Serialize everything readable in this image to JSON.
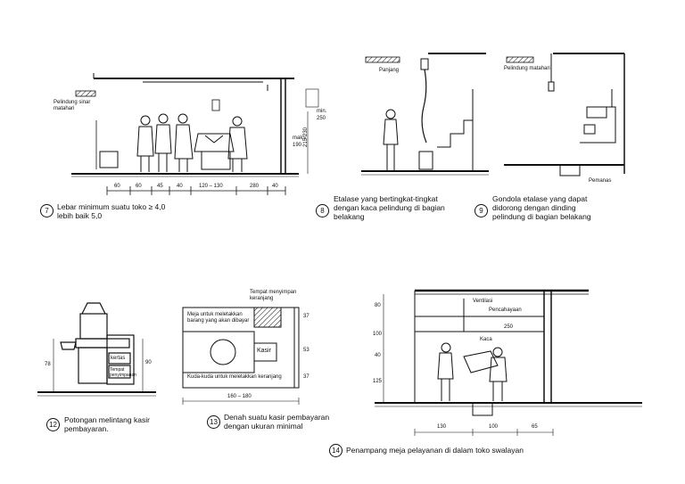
{
  "fig7": {
    "number": "7",
    "caption_line1": "Lebar minimum suatu toko ≥ 4,0",
    "caption_line2": "lebih baik 5,0",
    "label_sun": "Pelindung sinar matahari",
    "label_min": "min.",
    "label_250": "250",
    "label_maks": "maks",
    "label_190": "190",
    "label_215": "215-230",
    "dims": [
      "60",
      "60",
      "45",
      "40",
      "120 – 130",
      "280",
      "40"
    ]
  },
  "fig8": {
    "number": "8",
    "caption_line1": "Etalase yang bertingkat-tingkat",
    "caption_line2": "dengan kaca pelindung di bagian",
    "caption_line3": "belakang",
    "label_panjang": "Panjang"
  },
  "fig9": {
    "number": "9",
    "caption_line1": "Gondola etalase yang dapat",
    "caption_line2": "didorong dengan dinding",
    "caption_line3": "pelindung di bagian belakang",
    "label_sun": "Pelindung matahari",
    "label_heater": "Pemanas"
  },
  "fig12": {
    "number": "12",
    "caption_line1": "Potongan melintang kasir",
    "caption_line2": "pembayaran.",
    "label_kertas": "kertas",
    "label_tempat": "Tempat penyimpanan",
    "dim_78": "78",
    "dim_90": "90"
  },
  "fig13": {
    "number": "13",
    "caption_line1": "Denah suatu kasir pembayaran",
    "caption_line2": "dengan ukuran minimal",
    "label_tempat": "Tempat menyimpan keranjang",
    "label_meja": "Meja untuk meletakkan barang yang akan dibayar",
    "label_kasir": "Kasir",
    "label_kuda": "Kuda-kuda untuk meletakkan keranjang",
    "dim_width": "160 – 180",
    "dim_37a": "37",
    "dim_53": "53",
    "dim_37b": "37"
  },
  "fig14": {
    "number": "14",
    "caption": "Penampang meja pelayanan di dalam toko swalayan",
    "label_ventilasi": "Ventilasi",
    "label_pencahayaan": "Pencahayaan",
    "label_kaca": "Kaca",
    "label_250": "250",
    "dims_v": [
      "80",
      "100",
      "40",
      "125"
    ],
    "dims_h": [
      "130",
      "100",
      "65"
    ]
  }
}
